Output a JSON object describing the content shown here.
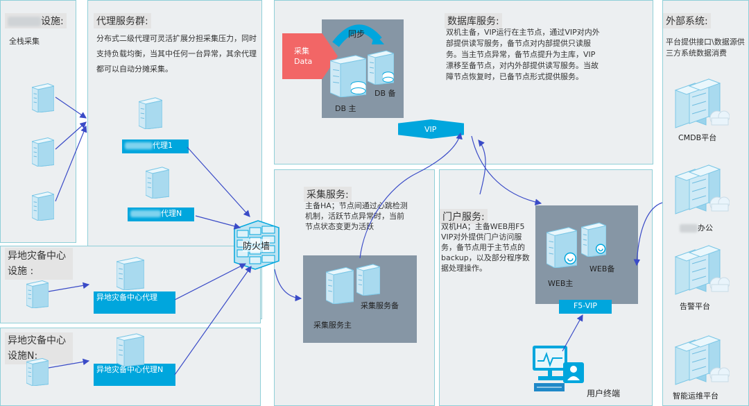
{
  "panels": {
    "full_stack": {
      "title_suffix": "设施:",
      "subtitle": "全栈采集"
    },
    "proxy_cluster": {
      "title": "代理服务群:",
      "desc": "分布式二级代理可灵活扩展分担采集压力，同时支持负载均衡，当其中任何一台异常，其余代理都可以自动分摊采集。",
      "proxy1_suffix": "代理1",
      "proxyN_suffix": "代理N"
    },
    "dr1": {
      "title": "异地灾备中心 设施 :",
      "proxy_label": "异地灾备中心代理"
    },
    "drN": {
      "title": "异地灾备中心设施N:",
      "proxy_label": "异地灾备中心代理N"
    },
    "database": {
      "title": "数据库服务:",
      "desc": "双机主备，VIP运行在主节点，通过VIP对内外部提供读写服务，备节点对内部提供只读服务。当主节点异常，备节点提升为主库，VIP漂移至备节点，对内外部提供读写服务。当故障节点恢复时，已备节点形式提供服务。",
      "collect_data": "采集\nData",
      "sync": "同步",
      "db_master": "DB 主",
      "db_backup": "DB 备",
      "vip": "VIP"
    },
    "collect_service": {
      "title": "采集服务:",
      "desc": "主备HA；节点间通过心跳检测机制，活跃节点异常时，当前节点状态变更为活跃",
      "master": "采集服务主",
      "backup": "采集服务备"
    },
    "portal": {
      "title": "门户服务:",
      "desc": "双机HA；主备WEB用F5 VIP对外提供门户访问服务，备节点用于主节点的backup，以及部分程序数据处理操作。",
      "web_master": "WEB主",
      "web_backup": "WEB备",
      "f5vip": "F5-VIP",
      "user_terminal": "用户终端"
    },
    "external": {
      "title": "外部系统:",
      "desc": "平台提供接口\\数据源供三方系统数据消费",
      "cmdb": "CMDB平台",
      "office_suffix": "办公",
      "alert": "告警平台",
      "ops": "智能运维平台"
    },
    "firewall": {
      "label": "防火墙"
    }
  },
  "colors": {
    "accent": "#00a6dd",
    "arrow": "#3a4bc7",
    "collect_red": "#f26666",
    "panel_bg": "#eceff1",
    "panel_border": "#8fcfd8",
    "server_box": "#8696a5"
  }
}
